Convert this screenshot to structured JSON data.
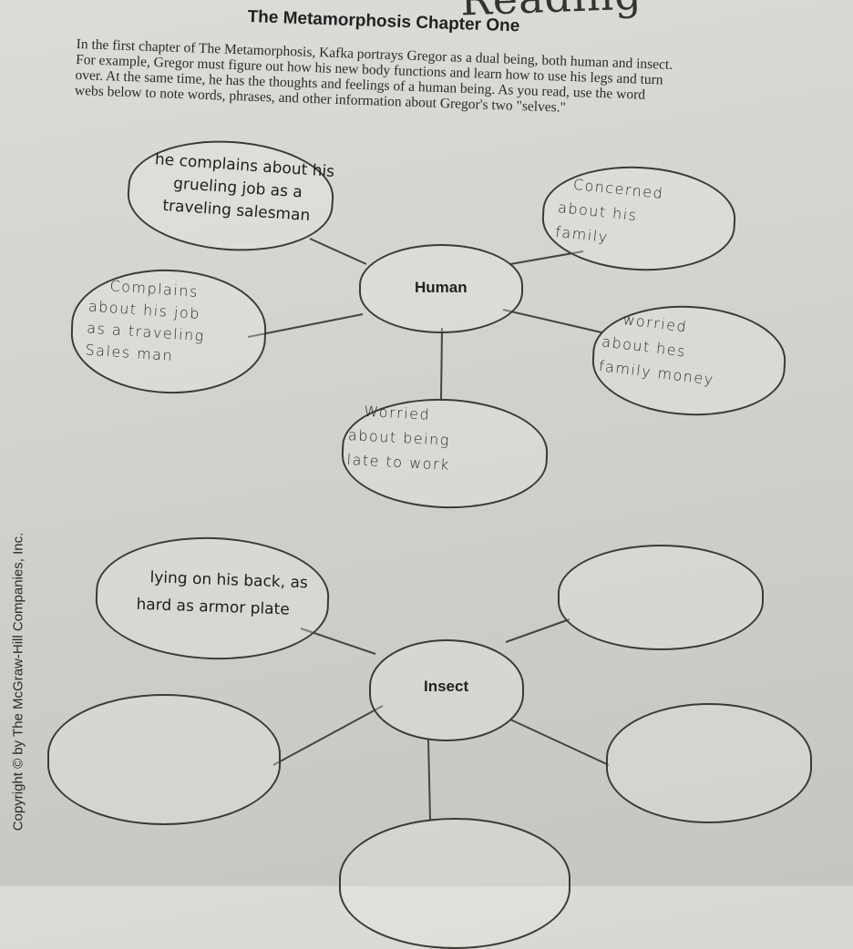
{
  "header": {
    "section_heading_partial": "Reading",
    "title": "The Metamorphosis Chapter One"
  },
  "intro": {
    "lines": [
      "In the first chapter of The Metamorphosis, Kafka portrays Gregor as a dual being, both human and insect.",
      "For example, Gregor must figure out how his new body functions and learn how to use his legs and turn",
      "over. At the same time, he has the thoughts and feelings of a human being. As you read, use the word",
      "webs below to note words, phrases, and other information about Gregor's two \"selves.\""
    ]
  },
  "human_web": {
    "center": "Human",
    "bubbles": [
      {
        "lines": [
          "he complains about his",
          "grueling job as a",
          "traveling salesman"
        ]
      },
      {
        "lines": [
          "Concerned",
          "about his",
          "family"
        ]
      },
      {
        "lines": [
          "Complains",
          "about his job",
          "as a traveling",
          "Sales man"
        ]
      },
      {
        "lines": [
          "worried",
          "about hes",
          "family money"
        ]
      },
      {
        "lines": [
          "Worried",
          "about being",
          "late to work"
        ]
      }
    ]
  },
  "insect_web": {
    "center": "Insect",
    "bubbles": [
      {
        "lines": [
          "lying on his back, as",
          "hard as armor plate"
        ]
      }
    ]
  },
  "copyright": "Copyright © by The McGraw-Hill Companies, Inc."
}
